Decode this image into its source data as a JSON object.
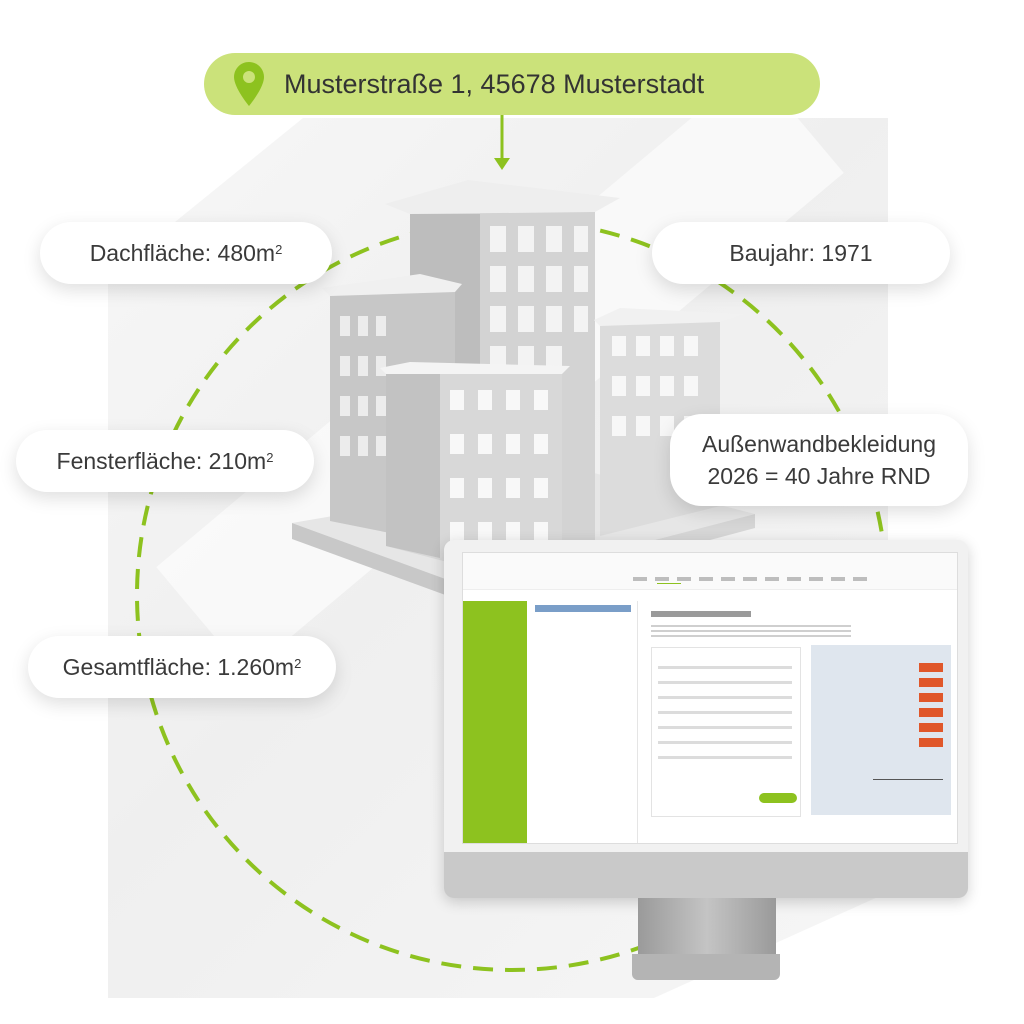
{
  "address": {
    "text": "Musterstraße 1, 45678 Musterstadt",
    "icon": "map-pin-icon"
  },
  "facts": {
    "roof": {
      "label": "Dachfläche: 480m",
      "sup": "2"
    },
    "year": {
      "label": "Baujahr: 1971"
    },
    "window": {
      "label": "Fensterfläche: 210m",
      "sup": "2"
    },
    "facade": {
      "line1": "Außenwandbekleidung",
      "line2": "2026 = 40 Jahre RND"
    },
    "total": {
      "label": "Gesamtfläche: 1.260m",
      "sup": "2"
    }
  },
  "colors": {
    "accent": "#8dc21f",
    "address_bg": "#cbe27a",
    "dashed_circle": "#8dc21f"
  }
}
